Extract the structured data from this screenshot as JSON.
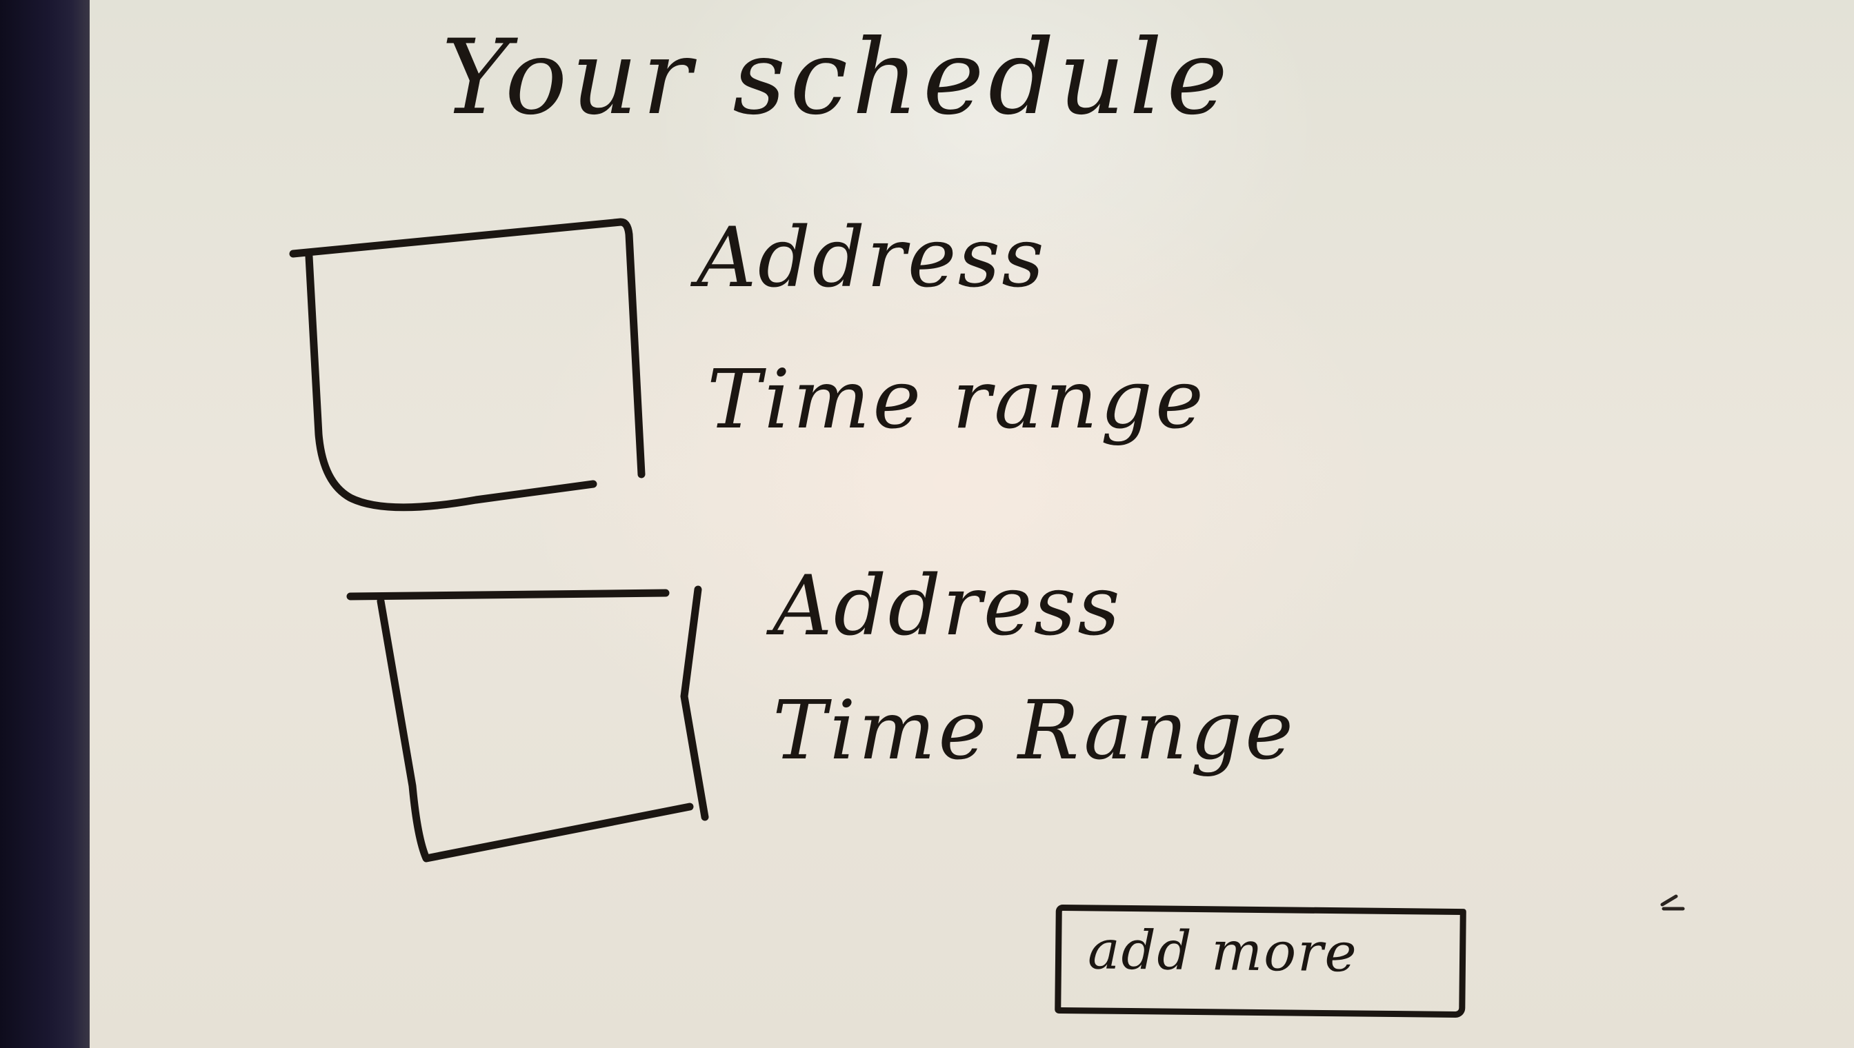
{
  "schedule": {
    "title": "Your schedule",
    "entries": [
      {
        "address": "Address",
        "time_range": "Time range"
      },
      {
        "address": "Address",
        "time_range": "Time Range"
      }
    ],
    "add_more_label": "add more"
  }
}
